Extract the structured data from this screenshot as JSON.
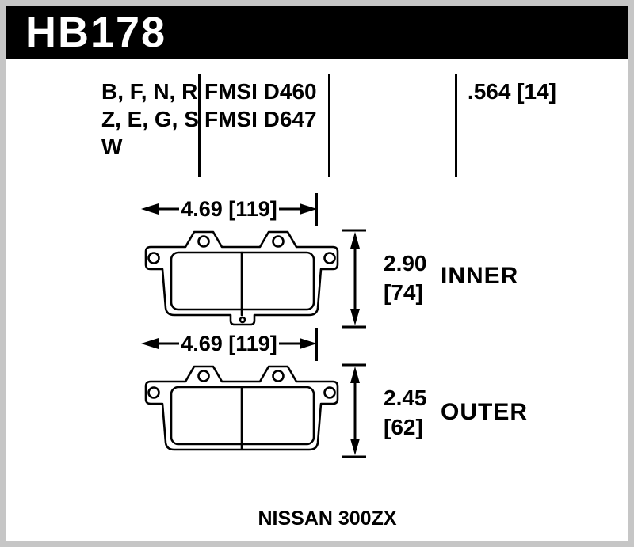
{
  "colors": {
    "frame": "#c6c6c6",
    "sheet": "#ffffff",
    "ink": "#000000",
    "header_bg": "#000000",
    "header_fg": "#ffffff"
  },
  "header": {
    "part_number": "HB178"
  },
  "spec": {
    "compound_rows": [
      "B, F, N, R",
      "Z, E, G, S",
      "W"
    ],
    "fmsi_rows": [
      "FMSI D460",
      "FMSI D647"
    ],
    "pad_thickness": ".564 [14]"
  },
  "dimensions": {
    "inner": {
      "width": "4.69 [119]",
      "height_in": "2.90",
      "height_mm": "[74]",
      "label": "INNER"
    },
    "outer": {
      "width": "4.69 [119]",
      "height_in": "2.45",
      "height_mm": "[62]",
      "label": "OUTER"
    }
  },
  "footer": {
    "vehicle": "NISSAN 300ZX"
  }
}
